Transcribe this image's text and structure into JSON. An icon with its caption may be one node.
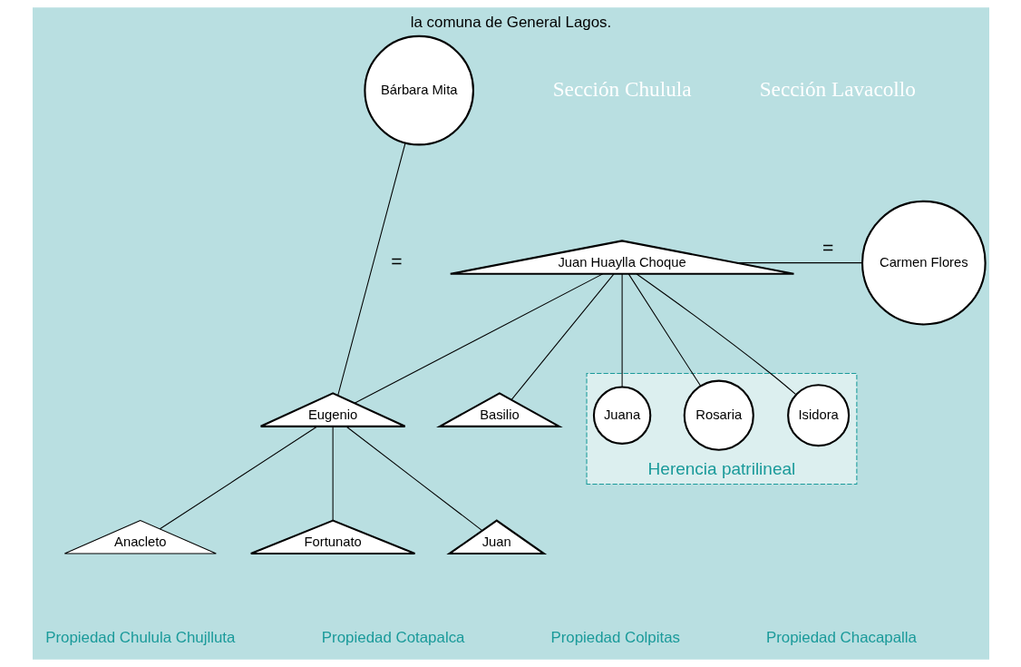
{
  "diagram": {
    "caption": "la comuna de General Lagos.",
    "nodes": [
      {
        "text": [
          "Juan Huaylla Choque"
        ]
      },
      {
        "text": [
          "Carmen Flores"
        ]
      },
      {
        "text": [
          "Eugenio"
        ]
      },
      {
        "text": [
          "Bárbara Mita"
        ]
      },
      {
        "text": [
          "Basilio"
        ]
      },
      {
        "text": [
          "Herencia patrilineal"
        ]
      },
      {
        "text": [
          "Juana"
        ],
        "in": 5
      },
      {
        "text": [
          "Rosaria"
        ],
        "in": 5
      },
      {
        "text": [
          "Isidora"
        ],
        "in": 5
      },
      {
        "text": [
          "Anacleto"
        ]
      },
      {
        "text": [
          "Fortunato"
        ]
      },
      {
        "text": [
          "Juan"
        ]
      }
    ],
    "edges": [
      {
        "from": 0,
        "to": 1,
        "arrow": "none",
        "label": "="
      },
      {
        "from": 0,
        "to": 2,
        "arrow": "none"
      },
      {
        "from": 0,
        "to": 4,
        "arrow": "none"
      },
      {
        "from": 0,
        "to": 6,
        "arrow": "none"
      },
      {
        "from": 0,
        "to": 7,
        "arrow": "none"
      },
      {
        "from": 0,
        "to": 8,
        "arrow": "none"
      },
      {
        "from": 2,
        "to": 3,
        "arrow": "none",
        "label": "="
      },
      {
        "from": 2,
        "to": 9,
        "arrow": "none"
      },
      {
        "from": 2,
        "to": 10,
        "arrow": "none"
      },
      {
        "from": 2,
        "to": 11,
        "arrow": "none"
      }
    ],
    "labels": [
      "Sección Chulula",
      "Sección Lavacollo",
      "Propiedad Chulula Chujlluta",
      "Propiedad Cotapalca",
      "Propiedad Colpitas",
      "Propiedad Chacapalla"
    ]
  }
}
